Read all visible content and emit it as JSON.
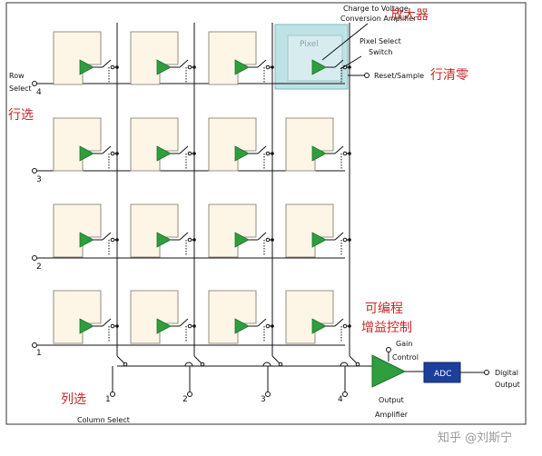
{
  "labels": {
    "row_select": [
      "Row",
      "Select"
    ],
    "row_numbers": [
      "4",
      "3",
      "2",
      "1"
    ],
    "column_numbers": [
      "1",
      "2",
      "3",
      "4"
    ],
    "column_select": "Column Select",
    "charge_amp": [
      "Charge to Voltage",
      "Conversion Amplifier"
    ],
    "pixel": "Pixel",
    "pixel_switch": [
      "Pixel Select",
      "Switch"
    ],
    "reset_sample": "Reset/Sample",
    "gain_control": [
      "Gain",
      "Control"
    ],
    "output_amplifier": [
      "Output",
      "Amplifier"
    ],
    "adc": "ADC",
    "digital_output": [
      "Digital",
      "Output"
    ]
  },
  "annotations": {
    "amplifier": "放大器",
    "row_clear": "行清零",
    "row_select": "行选",
    "programmable_gain": [
      "可编程",
      "增益控制"
    ],
    "column_select": "列选"
  },
  "watermark": "知乎 @刘斯宁",
  "colors": {
    "pixel_fill": "#fdf6e7",
    "amp_green": "#2e9e3f",
    "adc_blue": "#1c3f9b",
    "highlight": "#bfe3e4",
    "annotation_red": "#c62828"
  }
}
